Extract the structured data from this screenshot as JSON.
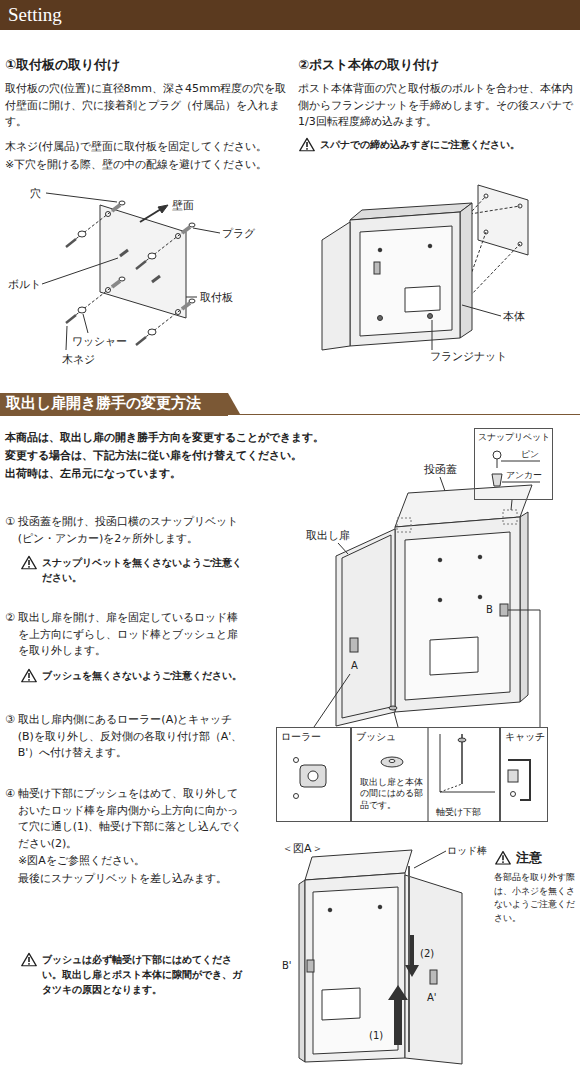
{
  "diagram": {
    "nodes": [
      {
        "text": [
          "Setting"
        ]
      },
      {
        "text": [
          "取出し扉開き勝手の変更方法"
        ]
      },
      {
        "text": [
          "スナップリベット",
          "ピン",
          "アンカー"
        ]
      },
      {
        "text": [
          "ローラー"
        ]
      },
      {
        "text": [
          "ブッシュ",
          "取出し扉と本体の間にはめる部品です。",
          "軸受け下部"
        ]
      },
      {
        "text": [
          "キャッチ"
        ]
      }
    ],
    "labels": [
      "①取付板の取り付け",
      "取付板の穴(位置)に直径8mm、深さ45mm程度の穴を取付壁面に開け、穴に接着剤とプラグ（付属品）を入れます。",
      "木ネジ(付属品)で壁面に取付板を固定してください。",
      "※下穴を開ける際、壁の中の配線を避けてください。",
      "穴",
      "壁面",
      "プラグ",
      "ボルト",
      "取付板",
      "ワッシャー",
      "木ネジ",
      "②ポスト本体の取り付け",
      "ポスト本体背面の穴と取付板のボルトを合わせ、本体内側からフランジナットを手締めします。その後スパナで1/3回転程度締め込みます。",
      "スパナでの締め込みすぎにご注意ください。",
      "本体",
      "フランジナット",
      "本商品は、取出し扉の開き勝手方向を変更することができます。",
      "変更する場合は、下記方法に従い扉を付け替えてください。",
      "出荷時は、左吊元になっています。",
      "① 投函蓋を開け、投函口横のスナップリベット(ピン・アンカー)を2ヶ所外します。",
      "スナップリベットを無くさないようご注意ください。",
      "② 取出し扉を開け、扉を固定しているロッド棒を上方向にずらし、ロッド棒とブッシュと扉を取り外します。",
      "ブッシュを無くさないようご注意ください。",
      "③ 取出し扉内側にあるローラー(A)とキャッチ(B)を取り外し、反対側の各取り付け部（A'、B'）へ付け替えます。",
      "④ 軸受け下部にブッシュをはめて、取り外しておいたロッド棒を扉内側から上方向に向かって穴に通し(1)、軸受け下部に落とし込んでください(2)。",
      "※図Aをご参照ください。",
      "最後にスナップリベットを差し込みます。",
      "ブッシュは必ず軸受け下部にはめてください。取出し扉とポスト本体に隙間ができ、ガタツキの原因となります。",
      "投函蓋",
      "取出し扉",
      "A",
      "B",
      "＜図A＞",
      "ロッド棒",
      "(1)",
      "(2)",
      "B'",
      "A'",
      "注意",
      "各部品を取り外す際は、小ネジを無くさないようご注意ください。"
    ]
  }
}
